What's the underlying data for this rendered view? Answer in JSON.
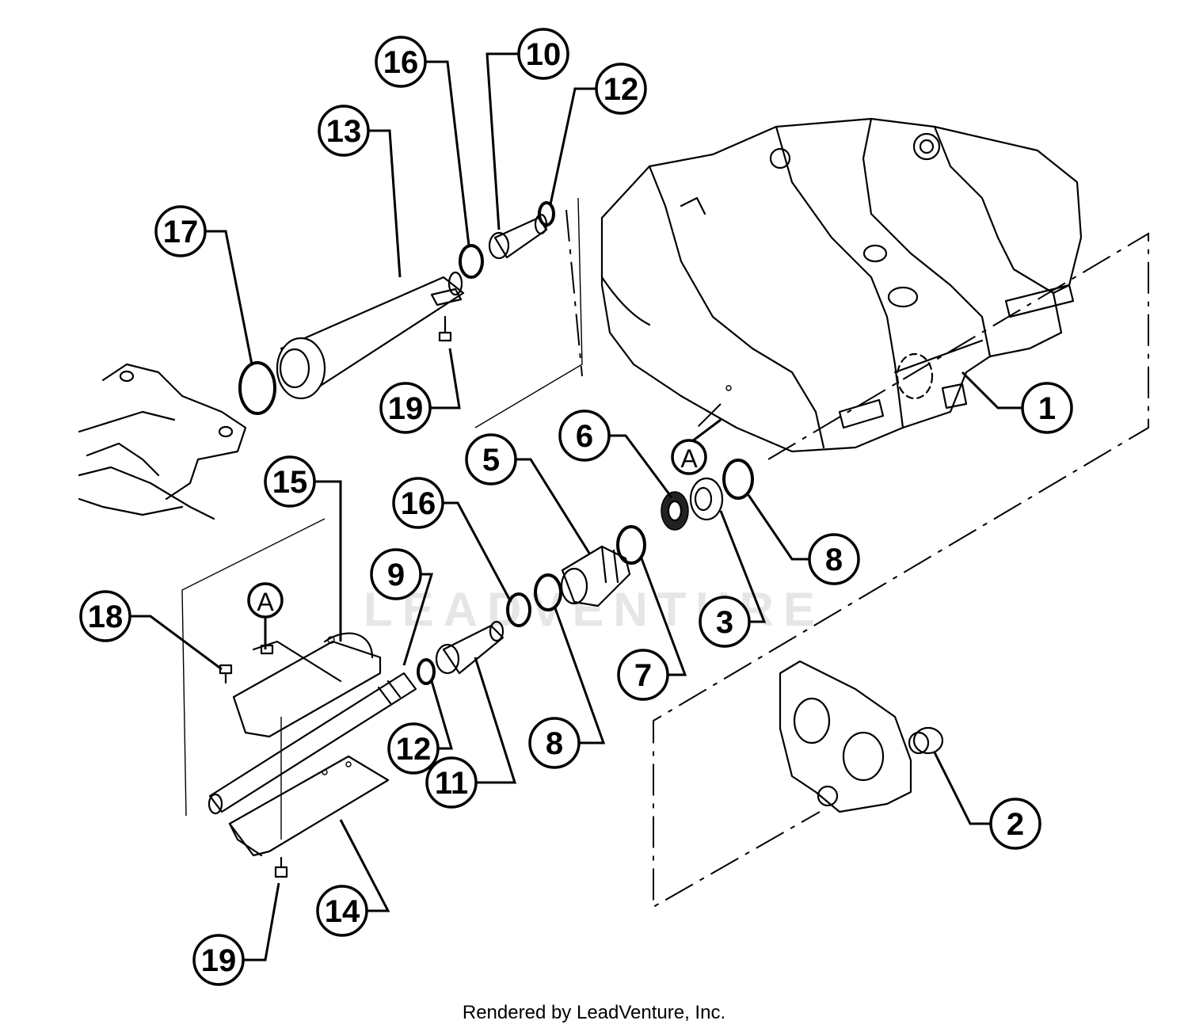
{
  "watermark": "LEADVENTURE",
  "footer": "Rendered by LeadVenture, Inc.",
  "callouts": [
    "1",
    "2",
    "3",
    "5",
    "6",
    "7",
    "8",
    "8",
    "9",
    "10",
    "11",
    "12",
    "12",
    "13",
    "14",
    "15",
    "16",
    "16",
    "17",
    "18",
    "19",
    "19"
  ],
  "reference_labels": [
    "A",
    "A"
  ]
}
